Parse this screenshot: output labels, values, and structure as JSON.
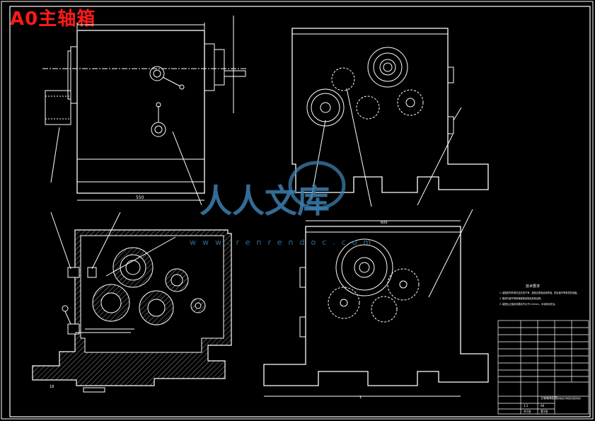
{
  "title": "A0主轴箱",
  "colors": {
    "background": "#000000",
    "line": "#ffffff",
    "title": "#ff1a1a",
    "watermark": "#3d7fb0"
  },
  "views": {
    "front_dimension": "550",
    "left_dimension": "18",
    "right_dimension": "600",
    "bottom_dimension": "1"
  },
  "watermark": {
    "text": "人人文库",
    "url": "www.renrendoc.com"
  },
  "tech_requirements": {
    "heading": "技术要求",
    "lines": [
      "1. 装配前所有零件应清洗干净，各配合表面涂润滑油，配合面不得有损伤划痕。",
      "2. 箱体内部不得有铸造残余物及其他杂物。",
      "3. 装配后主轴径向跳动不大于0.01mm，手动转动灵活。"
    ]
  },
  "title_block": {
    "drawing_name": "主轴箱装配图",
    "school": "机械设计制造及其自动化",
    "cells": [
      "1:1",
      "A0",
      "共1张",
      "第1张"
    ]
  }
}
